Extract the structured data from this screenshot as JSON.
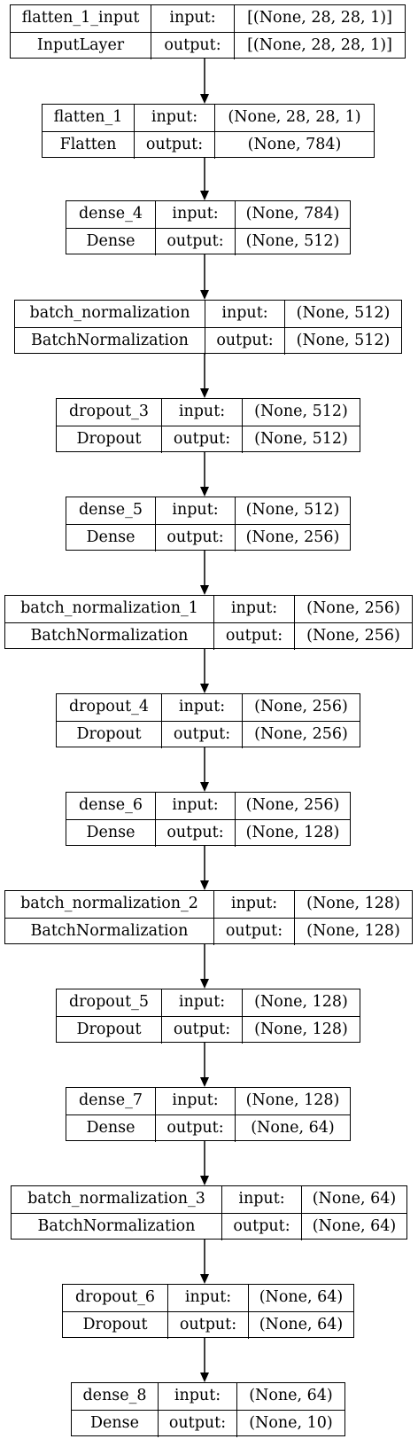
{
  "layers": [
    {
      "name": "flatten_1_input",
      "class_name": "InputLayer",
      "input_label": "input:",
      "output_label": "output:",
      "input_shape": "[(None, 28, 28, 1)]",
      "output_shape": "[(None, 28, 28, 1)]"
    },
    {
      "name": "flatten_1",
      "class_name": "Flatten",
      "input_label": "input:",
      "output_label": "output:",
      "input_shape": "(None, 28, 28, 1)",
      "output_shape": "(None, 784)"
    },
    {
      "name": "dense_4",
      "class_name": "Dense",
      "input_label": "input:",
      "output_label": "output:",
      "input_shape": "(None, 784)",
      "output_shape": "(None, 512)"
    },
    {
      "name": "batch_normalization",
      "class_name": "BatchNormalization",
      "input_label": "input:",
      "output_label": "output:",
      "input_shape": "(None, 512)",
      "output_shape": "(None, 512)"
    },
    {
      "name": "dropout_3",
      "class_name": "Dropout",
      "input_label": "input:",
      "output_label": "output:",
      "input_shape": "(None, 512)",
      "output_shape": "(None, 512)"
    },
    {
      "name": "dense_5",
      "class_name": "Dense",
      "input_label": "input:",
      "output_label": "output:",
      "input_shape": "(None, 512)",
      "output_shape": "(None, 256)"
    },
    {
      "name": "batch_normalization_1",
      "class_name": "BatchNormalization",
      "input_label": "input:",
      "output_label": "output:",
      "input_shape": "(None, 256)",
      "output_shape": "(None, 256)"
    },
    {
      "name": "dropout_4",
      "class_name": "Dropout",
      "input_label": "input:",
      "output_label": "output:",
      "input_shape": "(None, 256)",
      "output_shape": "(None, 256)"
    },
    {
      "name": "dense_6",
      "class_name": "Dense",
      "input_label": "input:",
      "output_label": "output:",
      "input_shape": "(None, 256)",
      "output_shape": "(None, 128)"
    },
    {
      "name": "batch_normalization_2",
      "class_name": "BatchNormalization",
      "input_label": "input:",
      "output_label": "output:",
      "input_shape": "(None, 128)",
      "output_shape": "(None, 128)"
    },
    {
      "name": "dropout_5",
      "class_name": "Dropout",
      "input_label": "input:",
      "output_label": "output:",
      "input_shape": "(None, 128)",
      "output_shape": "(None, 128)"
    },
    {
      "name": "dense_7",
      "class_name": "Dense",
      "input_label": "input:",
      "output_label": "output:",
      "input_shape": "(None, 128)",
      "output_shape": "(None, 64)"
    },
    {
      "name": "batch_normalization_3",
      "class_name": "BatchNormalization",
      "input_label": "input:",
      "output_label": "output:",
      "input_shape": "(None, 64)",
      "output_shape": "(None, 64)"
    },
    {
      "name": "dropout_6",
      "class_name": "Dropout",
      "input_label": "input:",
      "output_label": "output:",
      "input_shape": "(None, 64)",
      "output_shape": "(None, 64)"
    },
    {
      "name": "dense_8",
      "class_name": "Dense",
      "input_label": "input:",
      "output_label": "output:",
      "input_shape": "(None, 64)",
      "output_shape": "(None, 10)"
    }
  ],
  "edges": [
    [
      0,
      1
    ],
    [
      1,
      2
    ],
    [
      2,
      3
    ],
    [
      3,
      4
    ],
    [
      4,
      5
    ],
    [
      5,
      6
    ],
    [
      6,
      7
    ],
    [
      7,
      8
    ],
    [
      8,
      9
    ],
    [
      9,
      10
    ],
    [
      10,
      11
    ],
    [
      11,
      12
    ],
    [
      12,
      13
    ],
    [
      13,
      14
    ]
  ],
  "colors": {
    "stroke": "#000000",
    "background": "#ffffff"
  }
}
